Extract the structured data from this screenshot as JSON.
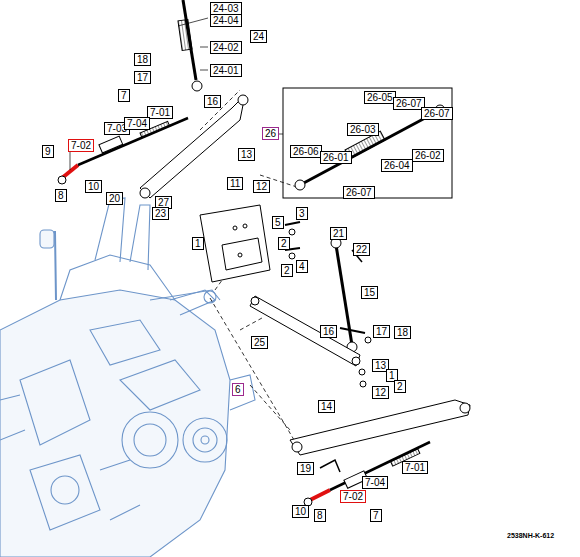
{
  "diagram": {
    "labels": [
      "24-03",
      "24-04",
      "24-02",
      "24",
      "24-01",
      "18",
      "17",
      "16",
      "7",
      "7-01",
      "7-03",
      "7-04",
      "7-02",
      "9",
      "8",
      "10",
      "20",
      "27",
      "23",
      "13",
      "11",
      "12",
      "26",
      "26-05",
      "26-07",
      "26-07",
      "26-03",
      "26-06",
      "26-01",
      "26-02",
      "26-04",
      "26-07",
      "3",
      "5",
      "2",
      "4",
      "2",
      "1",
      "21",
      "22",
      "15",
      "6",
      "25",
      "16",
      "17",
      "18",
      "13",
      "1",
      "2",
      "12",
      "14",
      "19",
      "7-01",
      "7-04",
      "7-02",
      "10",
      "8",
      "7",
      "2538NH-K-612"
    ]
  }
}
